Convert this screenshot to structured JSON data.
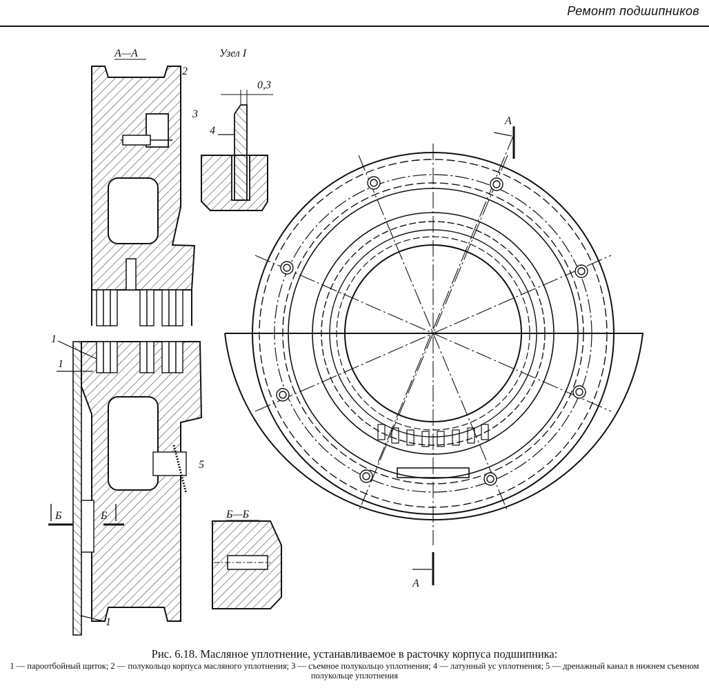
{
  "header": {
    "title": "Ремонт подшипников"
  },
  "labels": {
    "section_aa": "А—А",
    "node": "Узел I",
    "dimension": "0,3",
    "section_bb": "Б—Б",
    "cut_a": "А",
    "cut_b": "Б",
    "part_1": "1",
    "part_2": "2",
    "part_3": "3",
    "part_4": "4",
    "part_5": "5",
    "node_ref": "1"
  },
  "caption": {
    "title": "Рис. 6.18. Масляное уплотнение, устанавливаемое в расточку корпуса подшипника:",
    "legend": "1 — пароотбойный щиток; 2 — полукольцо корпуса масляного уплотнения; 3 — съемное полукольцо уплотнения; 4 — латунный ус уплотнения; 5 — дренажный канал в нижнем съемном полукольце уплотнения"
  }
}
